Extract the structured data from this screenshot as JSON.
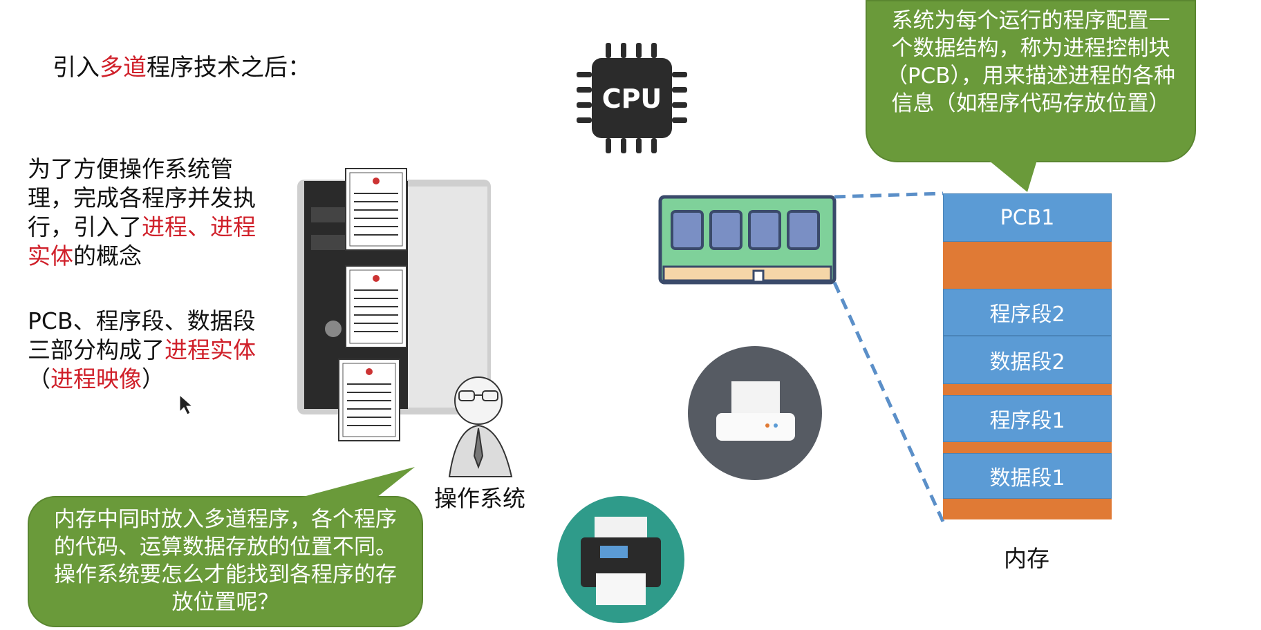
{
  "heading": {
    "before": "引入",
    "highlight": "多道",
    "after": "程序技术之后："
  },
  "intro": {
    "text": "为了方便操作系统管理，完成各程序并发执行，引入了",
    "highlight": "进程、进程实体",
    "after": "的概念"
  },
  "pcb_note": {
    "text": "PCB、程序段、数据段三部分构成了",
    "highlight1": "进程实体",
    "paren_open": "（",
    "highlight2": "进程映像",
    "paren_close": "）"
  },
  "bubble_right": {
    "text": "系统为每个运行的程序配置一个数据结构，称为进程控制块（PCB），用来描述进程的各种信息（如程序代码存放位置）"
  },
  "bubble_left": {
    "text": "内存中同时放入多道程序，各个程序的代码、运算数据存放的位置不同。操作系统要怎么才能找到各程序的存放位置呢？"
  },
  "os_label": "操作系统",
  "memory": {
    "label": "内存",
    "segments": [
      "PCB1",
      "",
      "程序段2",
      "数据段2",
      "",
      "程序段1",
      "",
      "数据段1",
      ""
    ]
  },
  "cpu_label": "CPU",
  "colors": {
    "accent_red": "#d0202a",
    "bubble_green": "#6a9a3a",
    "segment_blue": "#5b9bd5",
    "segment_orange": "#e07a35",
    "connector_dash": "#5b8fc8"
  },
  "icons": [
    "server-icon",
    "document-icon",
    "person-sketch-icon",
    "cpu-chip-icon",
    "memory-module-icon",
    "printer-icon",
    "photo-printer-icon",
    "mouse-cursor-icon"
  ]
}
